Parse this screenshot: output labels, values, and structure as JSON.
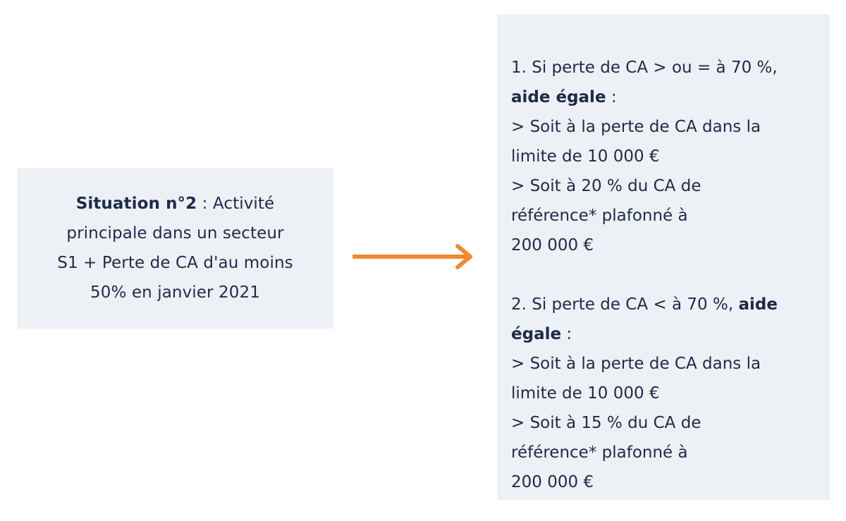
{
  "situation": {
    "title_bold": "Situation n°2",
    "title_rest": " : Activité",
    "lines": [
      "principale dans un secteur",
      "S1 + Perte de CA d'au moins",
      "50% en janvier 2021"
    ]
  },
  "colors": {
    "box_background": "#edf1f6",
    "text": "#1e2a4a",
    "arrow": "#f08a2c"
  },
  "arrow_icon": "arrow-right-icon",
  "outcomes": [
    {
      "condition": "1.  Si perte de CA > ou = à 70 %,",
      "aid_bold": "aide égale",
      "aid_rest": " :",
      "option1_line1": "> Soit à la perte de CA dans la",
      "option1_line2": "limite de 10 000 €",
      "option2_line1": "> Soit à 20 % du CA de",
      "option2_line2": "référence* plafonné à",
      "option2_line3": "200 000 €"
    },
    {
      "condition": "2.  Si perte de CA < à 70 %,",
      "aid_bold_part1": "aide",
      "aid_bold_part2": "égale",
      "aid_rest": " :",
      "option1_line1": "> Soit à la perte de CA dans la",
      "option1_line2": "limite de 10 000 €",
      "option2_line1": "> Soit à 15 % du CA de",
      "option2_line2": "référence* plafonné à",
      "option2_line3": "200 000 €"
    }
  ]
}
